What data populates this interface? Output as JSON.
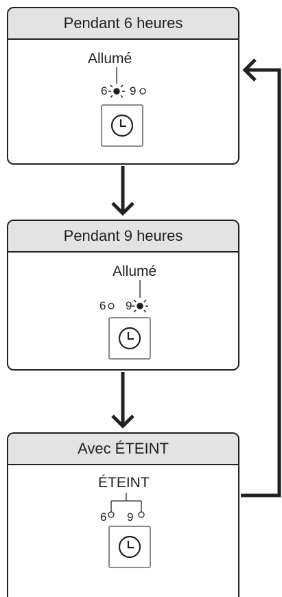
{
  "panels": [
    {
      "header": "Pendant 6 heures",
      "state": "Allumé",
      "label_a": "6",
      "label_b": "9"
    },
    {
      "header": "Pendant 9 heures",
      "state": "Allumé",
      "label_a": "6",
      "label_b": "9"
    },
    {
      "header": "Avec ÉTEINT",
      "state": "ÉTEINT",
      "label_a": "6",
      "label_b": "9"
    }
  ],
  "colors": {
    "stroke": "#231f20",
    "header_bg": "#e3e3e3",
    "clock_border": "#8a8a8a"
  },
  "icons": [
    "clock-icon",
    "lit-indicator-icon",
    "unlit-indicator-icon",
    "arrow-down-icon",
    "loop-back-arrow-icon"
  ]
}
